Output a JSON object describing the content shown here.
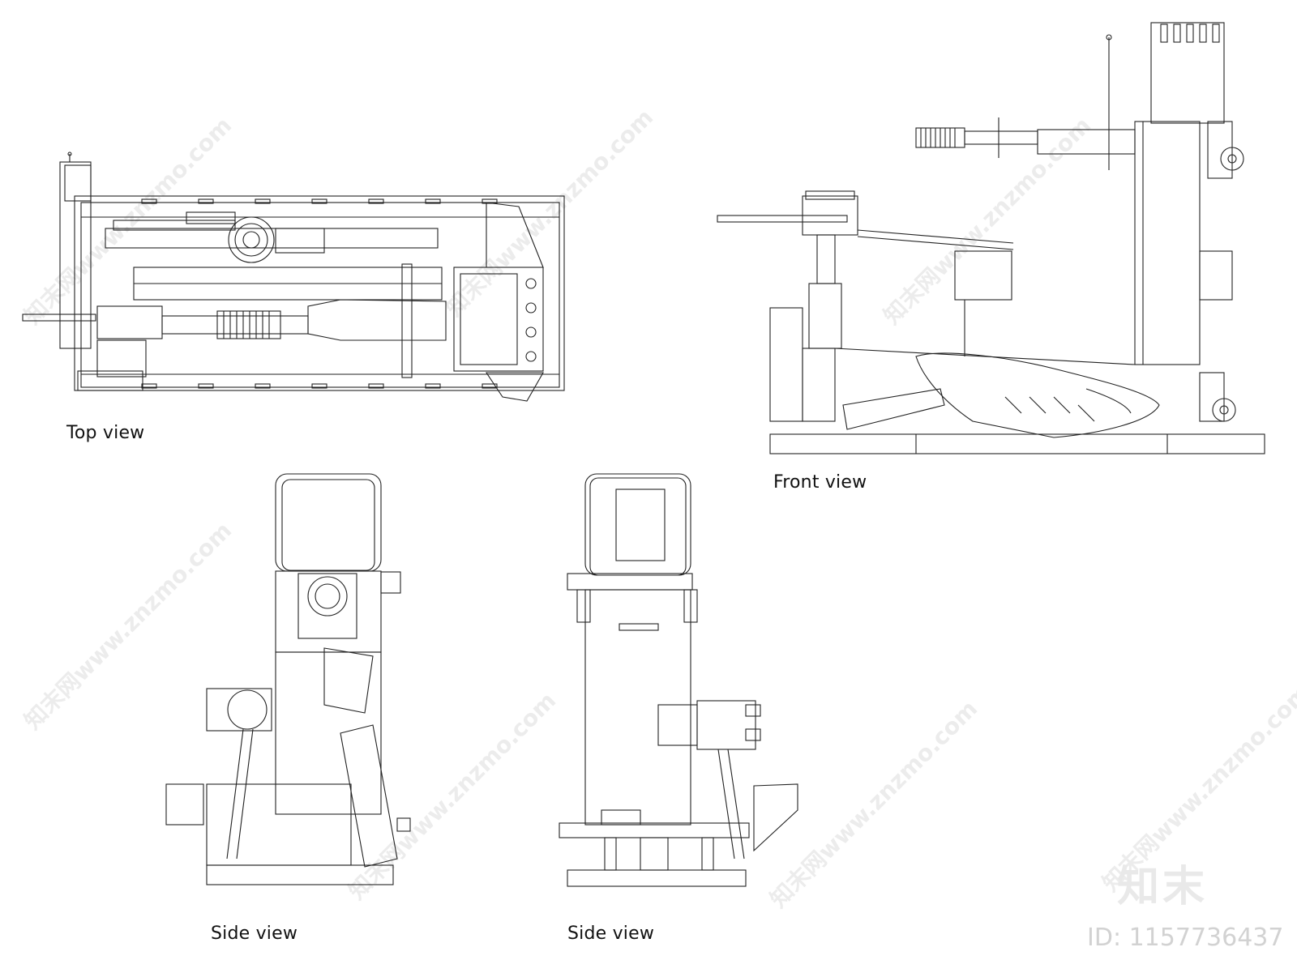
{
  "labels": {
    "top_view": "Top view",
    "front_view": "Front view",
    "side_view_1": "Side view",
    "side_view_2": "Side view"
  },
  "brand": {
    "mark": "知末",
    "id": "ID: 1157736437"
  },
  "watermark": {
    "text": "知末网www.znzmo.com"
  },
  "colors": {
    "line": "#222222",
    "background": "#ffffff",
    "watermark": "#ececec"
  }
}
